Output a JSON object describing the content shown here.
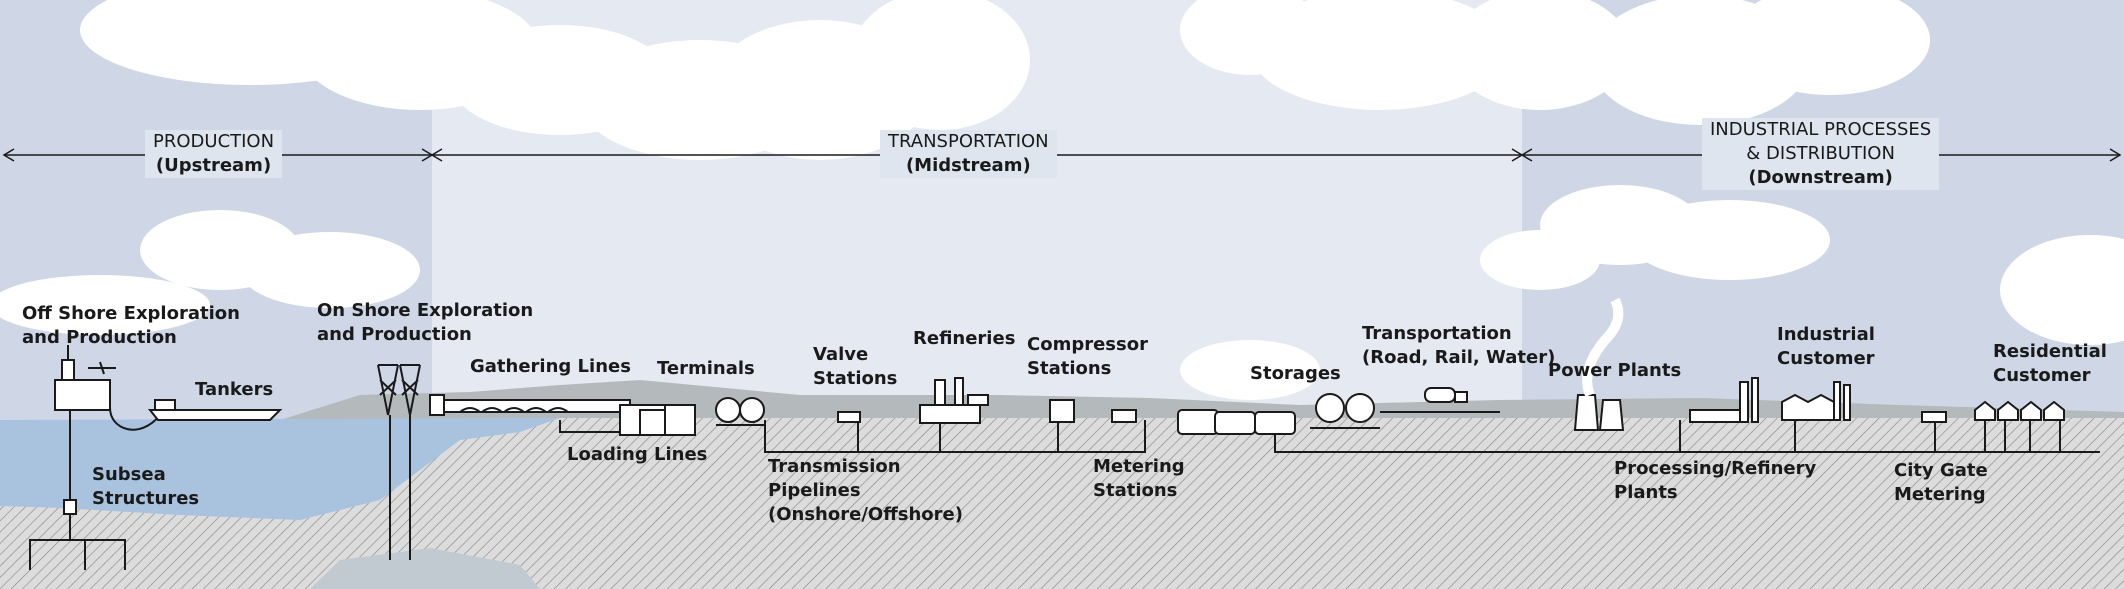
{
  "stages": [
    {
      "title": "PRODUCTION",
      "subtitle": "(Upstream)"
    },
    {
      "title": "TRANSPORTATION",
      "subtitle": "(Midstream)"
    },
    {
      "title_lines": [
        "INDUSTRIAL PROCESSES",
        "& DISTRIBUTION"
      ],
      "subtitle": "(Downstream)"
    }
  ],
  "labels": {
    "offshore": [
      "Off Shore Exploration",
      "and Production"
    ],
    "tankers": "Tankers",
    "subsea": [
      "Subsea",
      "Structures"
    ],
    "onshore": [
      "On Shore Exploration",
      "and Production"
    ],
    "gathering": "Gathering Lines",
    "terminals": "Terminals",
    "loading": "Loading Lines",
    "valve": [
      "Valve",
      "Stations"
    ],
    "transmission": [
      "Transmission",
      "Pipelines",
      "(Onshore/Offshore)"
    ],
    "refineries": "Refineries",
    "compressor": [
      "Compressor",
      "Stations"
    ],
    "metering": [
      "Metering",
      "Stations"
    ],
    "storages": "Storages",
    "transportation": [
      "Transportation",
      "(Road, Rail, Water)"
    ],
    "power": "Power Plants",
    "processing": [
      "Processing/Refinery",
      "Plants"
    ],
    "industrial": [
      "Industrial",
      "Customer"
    ],
    "citygate": [
      "City Gate",
      "Metering"
    ],
    "residential": [
      "Residential",
      "Customer"
    ]
  },
  "colors": {
    "sky": "#dfe5ef",
    "sky_band": "#cfd6e6",
    "cloud": "#ffffff",
    "water": "#a9c3df",
    "ground": "#d9d9d9",
    "hills": "#aab0b3",
    "line": "#1a1a1a"
  }
}
